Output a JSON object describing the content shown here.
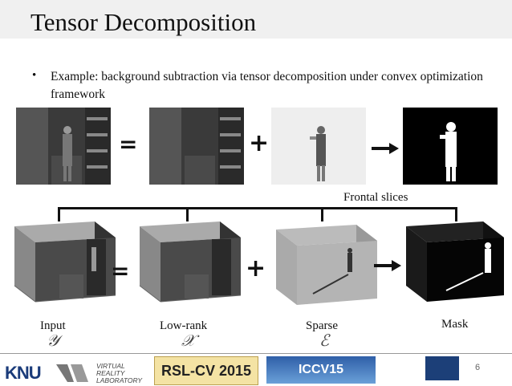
{
  "slide": {
    "title": "Tensor Decomposition",
    "bullet": "Example: background subtraction via tensor decomposition under convex optimization framework",
    "frontal_label": "Frontal slices",
    "ops": {
      "equals": "=",
      "plus": "+"
    },
    "labels": {
      "input": "Input",
      "lowrank": "Low-rank",
      "sparse": "Sparse",
      "mask": "Mask"
    },
    "symbols": {
      "input": "𝒴",
      "lowrank": "𝒳",
      "sparse": "ℰ"
    },
    "page_number": "6"
  },
  "footer": {
    "knu": "KNU",
    "vrl": [
      "VIRTUAL",
      "REALITY",
      "LABORATORY"
    ],
    "rsl": "RSL-CV 2015",
    "iccv": "ICCV15"
  },
  "colors": {
    "title_bar": "#f0f0f0",
    "knu_blue": "#1a3b7a"
  }
}
